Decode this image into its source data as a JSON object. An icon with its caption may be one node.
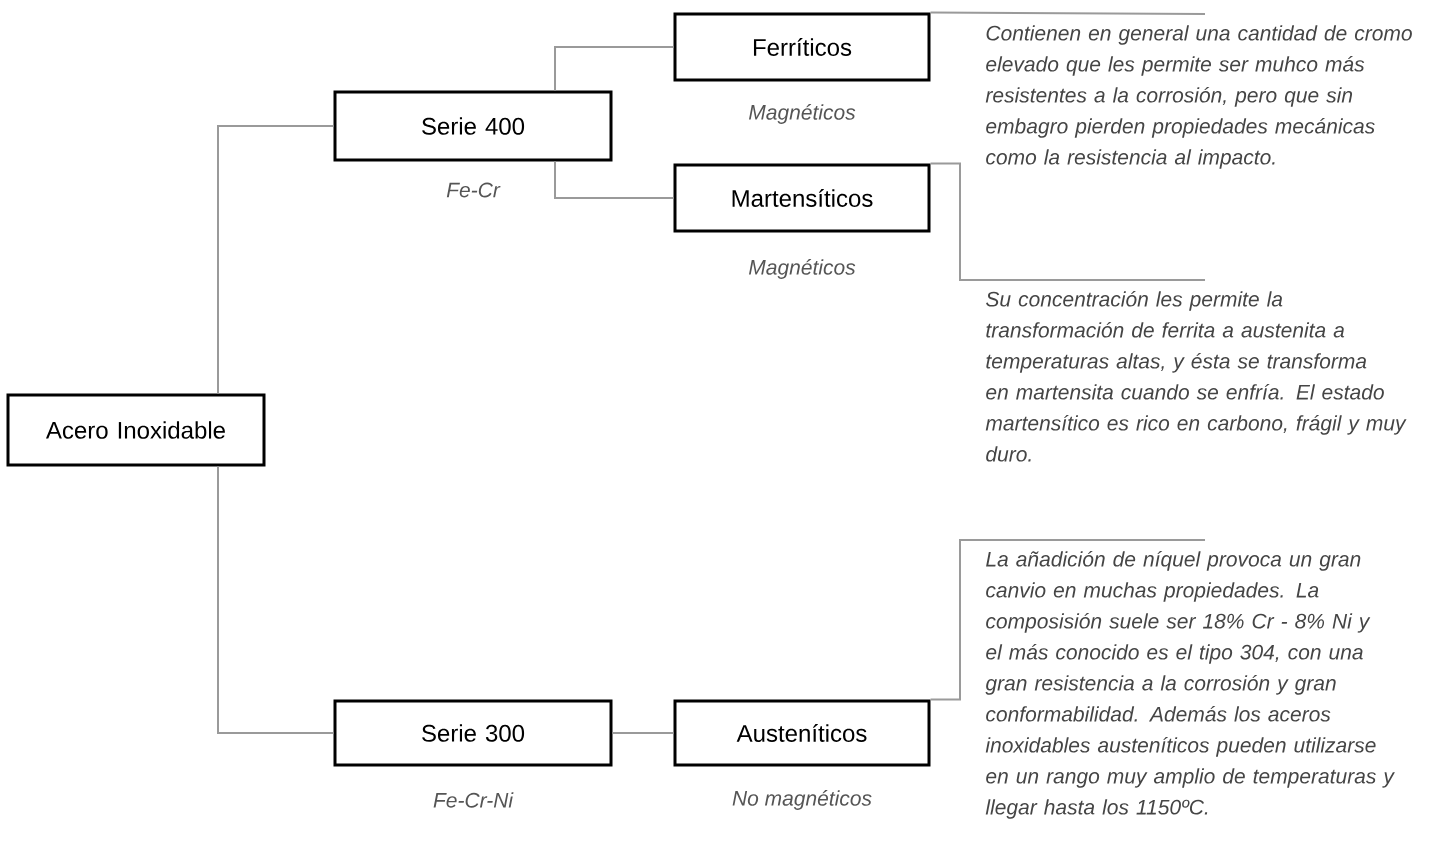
{
  "diagram": {
    "nodes": [
      {
        "text": [
          "Acero Inoxidable"
        ]
      },
      {
        "text": [
          "Serie 400"
        ],
        "beside": [
          "Fe-Cr"
        ]
      },
      {
        "text": [
          "Ferríticos"
        ],
        "beside": [
          "Magnéticos"
        ]
      },
      {
        "text": [
          "Martensíticos"
        ],
        "beside": [
          "Magnéticos"
        ]
      },
      {
        "text": [
          "Serie 300"
        ],
        "beside": [
          "Fe-Cr-Ni"
        ]
      },
      {
        "text": [
          "Austeníticos"
        ],
        "beside": [
          "No magnéticos"
        ]
      },
      {
        "text": [
          "Contienen en general una cantidad de cromo elevado que les permite ser muhco más resistentes a la corrosión, pero que sin embagro pierden propiedades mecánicas como la resistencia al impacto."
        ]
      },
      {
        "text": [
          "Su concentración les permite la transformación de ferrita a austenita a temperaturas altas, y ésta se transforma en martensita cuando se enfría. El estado martensítico es rico en carbono, frágil y muy duro."
        ]
      },
      {
        "text": [
          "La añadición de níquel provoca un gran canvio en muchas propiedades. La composisión suele ser 18% Cr - 8% Ni y el más conocido es el tipo 304, con una gran resistencia a la corrosión y gran conformabilidad. Además los aceros inoxidables austeníticos pueden utilizarse en un rango muy amplio de temperaturas y llegar hasta los 1150ºC."
        ]
      }
    ],
    "edges": [
      {
        "from": 0,
        "to": 1,
        "arrow": "none"
      },
      {
        "from": 0,
        "to": 4,
        "arrow": "none"
      },
      {
        "from": 1,
        "to": 2,
        "arrow": "none"
      },
      {
        "from": 1,
        "to": 3,
        "arrow": "none"
      },
      {
        "from": 4,
        "to": 5,
        "arrow": "none"
      },
      {
        "from": 2,
        "to": 6,
        "arrow": "none"
      },
      {
        "from": 3,
        "to": 7,
        "arrow": "none"
      },
      {
        "from": 5,
        "to": 8,
        "arrow": "none"
      }
    ]
  }
}
